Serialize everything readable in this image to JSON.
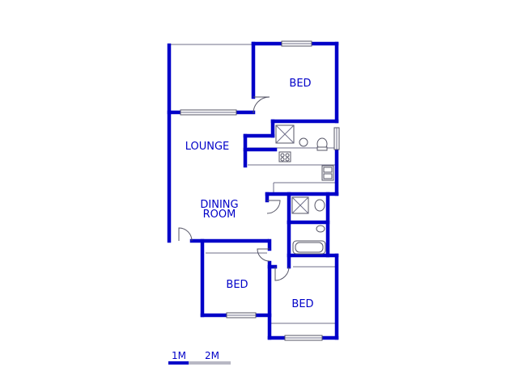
{
  "rooms": {
    "bed_top": "BED",
    "lounge": "LOUNGE",
    "dining_line1": "DINING",
    "dining_line2": "ROOM",
    "bed_mid": "BED",
    "bed_bottom": "BED"
  },
  "scale": {
    "label_1": "1M",
    "label_2": "2M"
  },
  "colors": {
    "wall": "#0000c8",
    "label": "#0000c8",
    "fixture": "#555566"
  }
}
